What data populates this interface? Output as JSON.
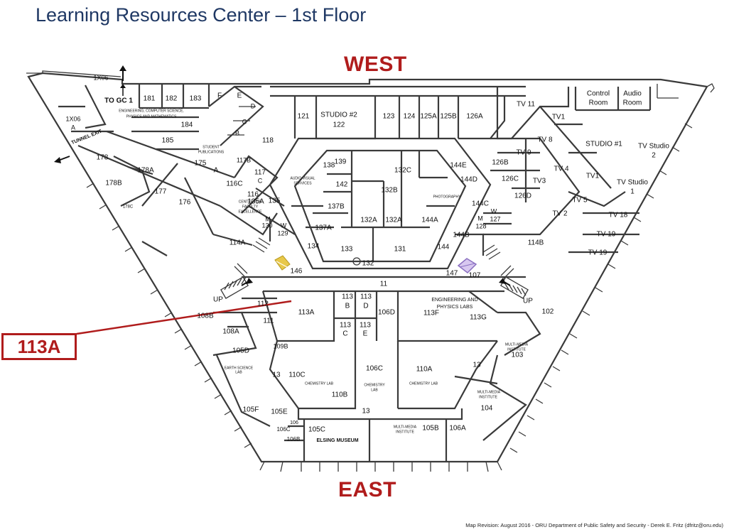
{
  "title": "Learning Resources Center – 1st Floor",
  "directions": {
    "west": "WEST",
    "east": "EAST"
  },
  "callout": {
    "label": "113A",
    "color": "#b01c1c"
  },
  "footer": "Map Revision: August 2016 - ORU Department of Public Safety and Security - Derek E. Fritz (dfritz@oru.edu)",
  "colors": {
    "title": "#1f3864",
    "accent": "#b01c1c",
    "walls": "#3a3a3a",
    "elevator_left": "#e8c84a",
    "elevator_right": "#8a6fc0"
  },
  "rooms": [
    {
      "label": "1X06",
      "size": 9
    },
    {
      "label": "1X06",
      "size": 9
    },
    {
      "label": "A",
      "size": 9
    },
    {
      "label": "TO GC 1",
      "size": 10,
      "bold": true
    },
    {
      "label": "181",
      "size": 10
    },
    {
      "label": "182",
      "size": 10
    },
    {
      "label": "183",
      "size": 10
    },
    {
      "label": "F",
      "size": 10
    },
    {
      "label": "E",
      "size": 10
    },
    {
      "label": "D",
      "size": 9
    },
    {
      "label": "C",
      "size": 9
    },
    {
      "label": "B",
      "size": 9
    },
    {
      "label": "184",
      "size": 10
    },
    {
      "label": "185",
      "size": 10
    },
    {
      "label": "ENGINEERING, COMPUTER SCIENCE,",
      "size": 5
    },
    {
      "label": "PHYSICS AND MATHEMATICS",
      "size": 5
    },
    {
      "label": "STUDENT",
      "size": 5
    },
    {
      "label": "PUBLICATIONS",
      "size": 5
    },
    {
      "label": "TUNNEL EXIT",
      "size": 7,
      "bold": true
    },
    {
      "label": "178",
      "size": 10
    },
    {
      "label": "178A",
      "size": 10
    },
    {
      "label": "178B",
      "size": 10
    },
    {
      "label": "178C",
      "size": 6
    },
    {
      "label": "177",
      "size": 10
    },
    {
      "label": "176",
      "size": 10
    },
    {
      "label": "175",
      "size": 10
    },
    {
      "label": "A",
      "size": 10
    },
    {
      "label": "118",
      "size": 10
    },
    {
      "label": "117B",
      "size": 9
    },
    {
      "label": "117",
      "size": 10
    },
    {
      "label": "C",
      "size": 9
    },
    {
      "label": "116C",
      "size": 10
    },
    {
      "label": "116",
      "size": 10
    },
    {
      "label": "CENTER FOR",
      "size": 5
    },
    {
      "label": "FACULTY",
      "size": 5
    },
    {
      "label": "EXCELLENCE",
      "size": 5
    },
    {
      "label": "121",
      "size": 10
    },
    {
      "label": "STUDIO #2",
      "size": 10
    },
    {
      "label": "122",
      "size": 10
    },
    {
      "label": "123",
      "size": 10
    },
    {
      "label": "124",
      "size": 10
    },
    {
      "label": "125A",
      "size": 10
    },
    {
      "label": "125B",
      "size": 10
    },
    {
      "label": "126A",
      "size": 10
    },
    {
      "label": "138",
      "size": 10
    },
    {
      "label": "AUDIO VISUAL",
      "size": 5
    },
    {
      "label": "SERVICES",
      "size": 5
    },
    {
      "label": "139",
      "size": 10
    },
    {
      "label": "132C",
      "size": 10
    },
    {
      "label": "142",
      "size": 10
    },
    {
      "label": "132B",
      "size": 10
    },
    {
      "label": "144E",
      "size": 10
    },
    {
      "label": "144D",
      "size": 10
    },
    {
      "label": "PHOTOGRAPHY",
      "size": 5
    },
    {
      "label": "144C",
      "size": 10
    },
    {
      "label": "W",
      "size": 9
    },
    {
      "label": "127",
      "size": 9
    },
    {
      "label": "M",
      "size": 9
    },
    {
      "label": "128",
      "size": 9
    },
    {
      "label": "144A",
      "size": 10
    },
    {
      "label": "144B",
      "size": 10
    },
    {
      "label": "144",
      "size": 10
    },
    {
      "label": "135A",
      "size": 10
    },
    {
      "label": "135",
      "size": 10
    },
    {
      "label": "M",
      "size": 9
    },
    {
      "label": "130",
      "size": 9
    },
    {
      "label": "W",
      "size": 9
    },
    {
      "label": "129",
      "size": 9
    },
    {
      "label": "137B",
      "size": 10
    },
    {
      "label": "137A",
      "size": 10
    },
    {
      "label": "134",
      "size": 10
    },
    {
      "label": "132A",
      "size": 10
    },
    {
      "label": "132A",
      "size": 10
    },
    {
      "label": "133",
      "size": 10
    },
    {
      "label": "131",
      "size": 10
    },
    {
      "label": "132",
      "size": 10
    },
    {
      "label": "114A",
      "size": 10
    },
    {
      "label": "146",
      "size": 10
    },
    {
      "label": "147",
      "size": 10
    },
    {
      "label": "107",
      "size": 10
    },
    {
      "label": "114B",
      "size": 10
    },
    {
      "label": "11",
      "size": 10
    },
    {
      "label": "UP",
      "size": 10
    },
    {
      "label": "UP",
      "size": 10
    },
    {
      "label": "TV 11",
      "size": 10
    },
    {
      "label": "Control",
      "size": 10
    },
    {
      "label": "Room",
      "size": 10
    },
    {
      "label": "Audio",
      "size": 10
    },
    {
      "label": "Room",
      "size": 10
    },
    {
      "label": "TV1",
      "size": 10
    },
    {
      "label": "TV 8",
      "size": 10
    },
    {
      "label": "TV 9",
      "size": 10
    },
    {
      "label": "STUDIO #1",
      "size": 10
    },
    {
      "label": "126B",
      "size": 10
    },
    {
      "label": "TV 4",
      "size": 10
    },
    {
      "label": "126C",
      "size": 10
    },
    {
      "label": "TV3",
      "size": 10
    },
    {
      "label": "TV1",
      "size": 10
    },
    {
      "label": "126D",
      "size": 10
    },
    {
      "label": "TV Studio",
      "size": 10
    },
    {
      "label": "2",
      "size": 10
    },
    {
      "label": "TV Studio",
      "size": 10
    },
    {
      "label": "1",
      "size": 10
    },
    {
      "label": "TV 5",
      "size": 10
    },
    {
      "label": "TV 2",
      "size": 10
    },
    {
      "label": "TV 18",
      "size": 10
    },
    {
      "label": "TV 19",
      "size": 10
    },
    {
      "label": "TV 19",
      "size": 10
    },
    {
      "label": "113",
      "size": 10
    },
    {
      "label": "B",
      "size": 10
    },
    {
      "label": "113",
      "size": 10
    },
    {
      "label": "D",
      "size": 10
    },
    {
      "label": "113A",
      "size": 10
    },
    {
      "label": "106D",
      "size": 10
    },
    {
      "label": "113",
      "size": 10
    },
    {
      "label": "C",
      "size": 10
    },
    {
      "label": "113",
      "size": 10
    },
    {
      "label": "E",
      "size": 10
    },
    {
      "label": "ENGINEERING AND",
      "size": 7
    },
    {
      "label": "PHYSICS LABS",
      "size": 7
    },
    {
      "label": "113F",
      "size": 10
    },
    {
      "label": "113G",
      "size": 10
    },
    {
      "label": "112",
      "size": 10
    },
    {
      "label": "111",
      "size": 10
    },
    {
      "label": "102",
      "size": 10
    },
    {
      "label": "108B",
      "size": 10
    },
    {
      "label": "108A",
      "size": 10
    },
    {
      "label": "105D",
      "size": 10
    },
    {
      "label": "109B",
      "size": 9
    },
    {
      "label": "EARTH SCIENCE",
      "size": 5
    },
    {
      "label": "LAB",
      "size": 5
    },
    {
      "label": "13",
      "size": 10
    },
    {
      "label": "110C",
      "size": 10
    },
    {
      "label": "CHEMISTRY LAB",
      "size": 5
    },
    {
      "label": "110B",
      "size": 10
    },
    {
      "label": "106C",
      "size": 10
    },
    {
      "label": "CHEMISTRY",
      "size": 5
    },
    {
      "label": "LAB",
      "size": 5
    },
    {
      "label": "110A",
      "size": 10
    },
    {
      "label": "CHEMISTRY LAB",
      "size": 5
    },
    {
      "label": "13",
      "size": 10
    },
    {
      "label": "MULTI-MEDIA",
      "size": 5
    },
    {
      "label": "INSTITUTE",
      "size": 5
    },
    {
      "label": "103",
      "size": 10
    },
    {
      "label": "MULTI-MEDIA",
      "size": 5
    },
    {
      "label": "INSTITUTE",
      "size": 5
    },
    {
      "label": "104",
      "size": 10
    },
    {
      "label": "13",
      "size": 10
    },
    {
      "label": "105F",
      "size": 10
    },
    {
      "label": "105E",
      "size": 10
    },
    {
      "label": "106",
      "size": 7
    },
    {
      "label": "106C",
      "size": 8
    },
    {
      "label": "105C",
      "size": 10
    },
    {
      "label": "106B",
      "size": 8
    },
    {
      "label": "ELSING MUSEUM",
      "size": 7,
      "bold": true
    },
    {
      "label": "MULTI-MEDIA",
      "size": 5
    },
    {
      "label": "INSTITUTE",
      "size": 5
    },
    {
      "label": "105B",
      "size": 10
    },
    {
      "label": "106A",
      "size": 10
    }
  ]
}
